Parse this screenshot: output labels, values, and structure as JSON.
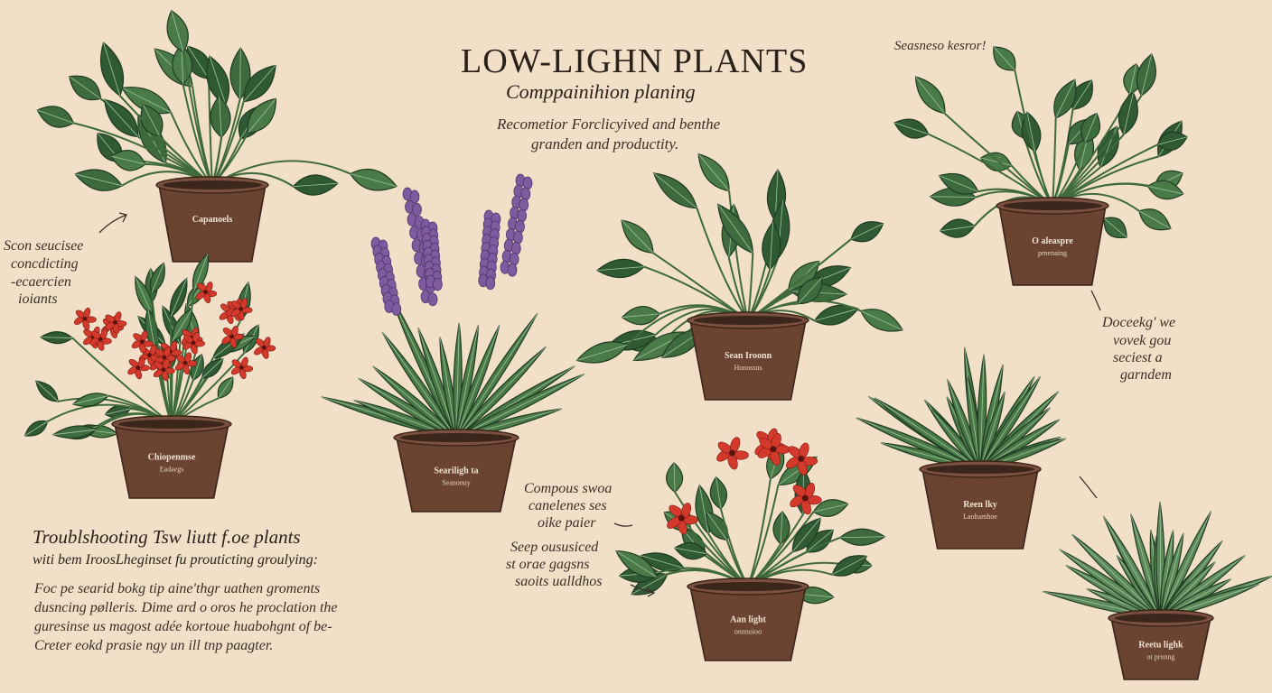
{
  "header": {
    "title": "LOW-LIGHN PLANTS",
    "subtitle": "Comppainihion planing",
    "intro_line1": "Recometior Forclicyived and benthe",
    "intro_line2": "granden and productity."
  },
  "notes": {
    "top_right": "Seasneso kesror!",
    "left_line1": "Scon seucisee",
    "left_line2": "concdicting",
    "left_line3": "-ecaercien",
    "left_line4": "ioiants",
    "right_line1": "Doceekg' we",
    "right_line2": "vovek gou",
    "right_line3": "seciest a",
    "right_line4": "garndem",
    "center_line1": "Compous swoa",
    "center_line2": "canelenes ses",
    "center_line3": "oike paier",
    "center2_line1": "Seep oususiced",
    "center2_line2": "st orae gagsns",
    "center2_line3": "saoits ualldhos"
  },
  "troubleshooting": {
    "heading": "Troublshooting Tsw liutt f.oe plants",
    "subheading": "witi bem IroosLheginset fu prouticting groulying:",
    "body_line1": "Foc pe searid bokg tip aine'thgr uathen groments",
    "body_line2": "dusncing pølleris. Dime ard o oros he proclation the",
    "body_line3": "guresinse us magost adée kortoue huabohgnt of be-",
    "body_line4": "Creter eokd prasie ngy un ill tnp paagter."
  },
  "pots": [
    {
      "name": "Capanoels",
      "sub": ""
    },
    {
      "name": "Chiopenmse",
      "sub": "Eadaegs"
    },
    {
      "name": "Seariligh ta",
      "sub": "Seanonuy"
    },
    {
      "name": "Sean Iroonn",
      "sub": "Honossus"
    },
    {
      "name": "Aan light",
      "sub": "onnnoioo"
    },
    {
      "name": "O  aleaspre",
      "sub": "prnenaing"
    },
    {
      "name": "Reen lky",
      "sub": "Laohamhoe"
    },
    {
      "name": "Reetu  lighk",
      "sub": "ot prnnng"
    }
  ],
  "colors": {
    "background": "#f1dfc8",
    "pot": "#6a4331",
    "leaf_dark": "#2f5a34",
    "leaf_mid": "#4a7a48",
    "flower_red": "#d33a2c",
    "flower_purple": "#7e5a9e"
  }
}
